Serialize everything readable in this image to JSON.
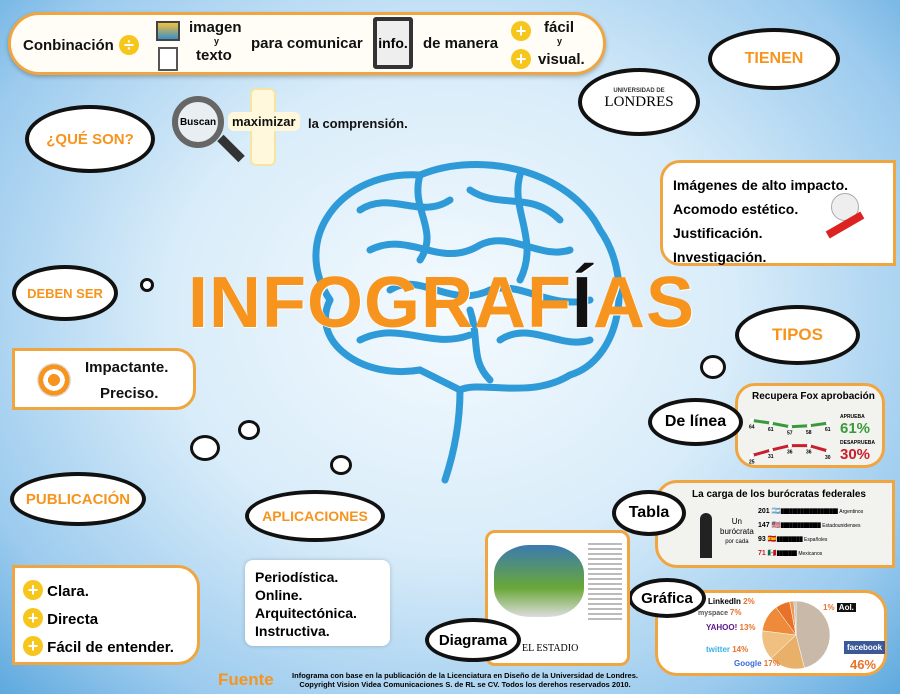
{
  "title": {
    "main": "INFOGRAF",
    "accent": "Í",
    "end": "AS"
  },
  "top": {
    "a": "Conbinación",
    "b1": "imagen",
    "b2": "y",
    "b3": "texto",
    "c": "para comunicar",
    "icon_label": "info.",
    "d": "de manera",
    "e1": "fácil",
    "e2": "y",
    "e3": "visual."
  },
  "que_son": {
    "label": "¿QUÉ SON?",
    "buscan": "Buscan",
    "maximizar": "maximizar",
    "rest": "la comprensión."
  },
  "tienen": {
    "label": "TIENEN",
    "logo_top": "UNIVERSIDAD DE",
    "logo": "LONDRES",
    "items": [
      "Imágenes de alto impacto.",
      "Acomodo estético.",
      "Justificación.",
      "Investigación."
    ]
  },
  "deben_ser": {
    "label": "DEBEN SER",
    "items": [
      "Impactante.",
      "Preciso."
    ]
  },
  "publicacion": {
    "label": "PUBLICACIÓN",
    "items": [
      "Clara.",
      "Directa",
      "Fácil de entender."
    ]
  },
  "aplicaciones": {
    "label": "APLICACIONES",
    "items": [
      "Periodística.",
      "Online.",
      "Arquitectónica.",
      "Instructiva."
    ]
  },
  "tipos": {
    "label": "TIPOS",
    "linea": {
      "label": "De línea",
      "title": "Recupera Fox aprobación",
      "aprueba_label": "APRUEBA",
      "aprueba": "61%",
      "desaprueba_label": "DESAPRUEBA",
      "desaprueba": "30%",
      "aprueba_values": [
        64,
        61,
        57,
        58,
        61
      ],
      "desaprueba_values": [
        25,
        31,
        36,
        36,
        30
      ],
      "colors": {
        "aprueba": "#3a9a3a",
        "desaprueba": "#c8202a"
      }
    },
    "tabla": {
      "label": "Tabla",
      "title": "La carga de los burócratas federales",
      "side1": "Un",
      "side2": "burócrata",
      "side3": "por cada",
      "rows": [
        {
          "value": "201",
          "country": "Argentinos"
        },
        {
          "value": "147",
          "country": "Estadounidenses"
        },
        {
          "value": "93",
          "country": "Españoles"
        },
        {
          "value": "71",
          "country": "Mexicanos"
        }
      ]
    },
    "grafica": {
      "label": "Gráfica",
      "slices": [
        {
          "name": "facebook",
          "value": 46,
          "label": "46%",
          "color": "#c9b9a8"
        },
        {
          "name": "Google",
          "value": 17,
          "label": "17%",
          "color": "#e9b06a"
        },
        {
          "name": "twitter",
          "value": 14,
          "label": "14%",
          "color": "#f0c080"
        },
        {
          "name": "YAHOO!",
          "value": 13,
          "label": "13%",
          "color": "#ee8a3a"
        },
        {
          "name": "myspace",
          "value": 7,
          "label": "7%",
          "color": "#e8722a"
        },
        {
          "name": "LinkedIn",
          "value": 2,
          "label": "2%",
          "color": "#f29a50"
        },
        {
          "name": "Aol.",
          "value": 1,
          "label": "1%",
          "color": "#bbb"
        }
      ]
    },
    "diagrama": {
      "label": "Diagrama",
      "caption": "EL ESTADIO"
    }
  },
  "footer": {
    "label": "Fuente",
    "line1": "Infograma con base en la publicación de la Licenciatura en Diseño de la Universidad de Londres.",
    "line2": "Copyright Vision Videa Comunicaciones S. de RL se CV. Todos los derehos reservados 2010."
  }
}
